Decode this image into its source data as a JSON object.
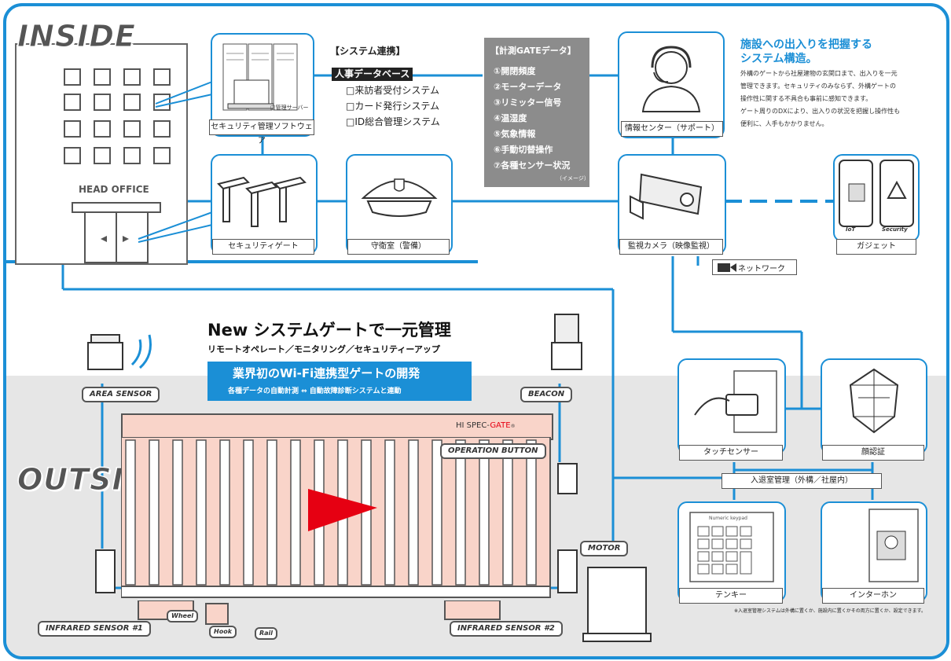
{
  "zones": {
    "inside": "INSIDE",
    "outside": "OUTSIDE"
  },
  "building": {
    "sign": "HEAD OFFICE"
  },
  "system_link": {
    "heading": "【システム連携】",
    "hr_db": "人事データベース",
    "items": [
      "□来訪者受付システム",
      "□カード発行システム",
      "□ID総合管理システム"
    ]
  },
  "server": {
    "caption": "□管理サーバー",
    "label": "セキュリティ管理ソフトウェア"
  },
  "gate_data": {
    "heading": "【計測GATEデータ】",
    "items": [
      "①開閉頻度",
      "②モーターデータ",
      "③リミッター信号",
      "④温湿度",
      "⑤気象情報",
      "⑥手動切替操作",
      "⑦各種センサー状況"
    ],
    "note": "（イメージ）"
  },
  "info_center": {
    "label": "情報センター（サポート）"
  },
  "intro": {
    "title_line1": "施設への出入りを把握する",
    "title_line2": "システム構造。",
    "body": [
      "外構のゲートから社屋建物の玄関口まで、出入りを一元",
      "管理できます。セキュリティのみならず、外構ゲートの",
      "操作性に関する不具合も事前に感知できます。",
      "ゲート周りのDXにより、出入りの状況を把握し操作性も",
      "便利に、人手もかかりません。"
    ]
  },
  "security_gate": {
    "label": "セキュリティゲート"
  },
  "guard_room": {
    "label": "守衛室（警備）"
  },
  "camera": {
    "label": "監視カメラ（映像監視）"
  },
  "network": {
    "label": "ネットワーク"
  },
  "gadget": {
    "label": "ガジェット",
    "phone_iot": "IoT",
    "phone_security": "Security"
  },
  "headline": {
    "main": "New システムゲートで一元管理",
    "sub": "リモートオペレート／モニタリング／セキュリティーアップ",
    "banner_title": "業界初のWi-Fi連携型ゲートの開発",
    "banner_sub": "各種データの自動計測 ⇔ 自動故障診断システムと連動"
  },
  "gate_brand": {
    "prefix": "HI SPEC-",
    "name": "GATE",
    "mark": "®"
  },
  "tags": {
    "area_sensor": "AREA SENSOR",
    "beacon": "BEACON",
    "operation_button": "OPERATION BUTTON",
    "motor": "MOTOR",
    "infrared_1": "INFRARED SENSOR #1",
    "infrared_2": "INFRARED SENSOR #2",
    "wheel": "Wheel",
    "hook": "Hook",
    "rail": "Rail"
  },
  "access": {
    "touch_sensor": "タッチセンサー",
    "face_auth": "顔認証",
    "management": "入退室管理（外構／社屋内）",
    "tenkey": "テンキー",
    "intercom": "インターホン",
    "footnote": "※入退室管理システムは外構に置くか、施設内に置くかその両方に置くか、設定できます。",
    "keypad_title": "Numeric keypad"
  },
  "colors": {
    "accent": "#1b8fd6",
    "gate_fill": "#f9d4c9",
    "arrow": "#e60012",
    "data_box": "#8c8c8c"
  },
  "icons": [
    "headset-operator-icon",
    "security-camera-icon",
    "guard-cap-icon",
    "turnstile-icon",
    "server-rack-icon",
    "smartphone-icon",
    "camera-icon",
    "face-scan-icon",
    "card-reader-icon",
    "keypad-icon",
    "intercom-icon"
  ]
}
